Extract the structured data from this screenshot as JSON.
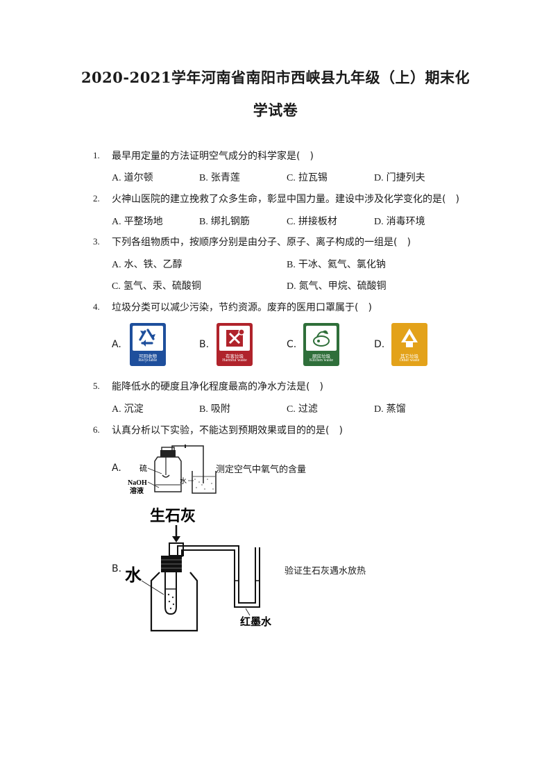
{
  "title_line1": "2020-2021学年河南省南阳市西峡县九年级（上）期末化",
  "title_line2": "学试卷",
  "questions": [
    {
      "num": "1.",
      "text": "最早用定量的方法证明空气成分的科学家是(　)",
      "options": [
        {
          "letter": "A.",
          "text": "道尔顿"
        },
        {
          "letter": "B.",
          "text": "张青莲"
        },
        {
          "letter": "C.",
          "text": "拉瓦锡"
        },
        {
          "letter": "D.",
          "text": "门捷列夫"
        }
      ]
    },
    {
      "num": "2.",
      "text": "火神山医院的建立挽救了众多生命，彰显中国力量。建设中涉及化学变化的是(　)",
      "options": [
        {
          "letter": "A.",
          "text": "平整场地"
        },
        {
          "letter": "B.",
          "text": "绑扎钢筋"
        },
        {
          "letter": "C.",
          "text": "拼接板材"
        },
        {
          "letter": "D.",
          "text": "消毒环境"
        }
      ]
    },
    {
      "num": "3.",
      "text": "下列各组物质中，按顺序分别是由分子、原子、离子构成的一组是(　)",
      "options": [
        {
          "letter": "A.",
          "text": "水、铁、乙醇"
        },
        {
          "letter": "B.",
          "text": "干冰、氦气、氯化钠"
        },
        {
          "letter": "C.",
          "text": "氢气、汞、硫酸铜"
        },
        {
          "letter": "D.",
          "text": "氮气、甲烷、硫酸铜"
        }
      ]
    },
    {
      "num": "4.",
      "text": "垃圾分类可以减少污染，节约资源。废弃的医用口罩属于(　)",
      "options": [
        {
          "letter": "A.",
          "cn": "可回收物",
          "en": "Recyclable",
          "color": "#1e4f9c"
        },
        {
          "letter": "B.",
          "cn": "有害垃圾",
          "en": "Harmful waste",
          "color": "#b0232b"
        },
        {
          "letter": "C.",
          "cn": "厨房垃圾",
          "en": "Kitchen waste",
          "color": "#2f6f3a"
        },
        {
          "letter": "D.",
          "cn": "其它垃圾",
          "en": "Other waste",
          "color": "#e3a21a"
        }
      ]
    },
    {
      "num": "5.",
      "text": "能降低水的硬度且净化程度最高的净水方法是(　)",
      "options": [
        {
          "letter": "A.",
          "text": "沉淀"
        },
        {
          "letter": "B.",
          "text": "吸附"
        },
        {
          "letter": "C.",
          "text": "过滤"
        },
        {
          "letter": "D.",
          "text": "蒸馏"
        }
      ]
    },
    {
      "num": "6.",
      "text": "认真分析以下实验，不能达到预期效果或目的的是(　)",
      "options": [
        {
          "letter": "A.",
          "caption": "测定空气中氧气的含量",
          "labels": {
            "sulfur": "硫",
            "naoh": "NaOH",
            "solution": "溶液",
            "water": "水"
          }
        },
        {
          "letter": "B.",
          "caption": "验证生石灰遇水放热",
          "labels": {
            "quicklime": "生石灰",
            "water": "水",
            "ink": "红墨水"
          }
        }
      ]
    }
  ]
}
